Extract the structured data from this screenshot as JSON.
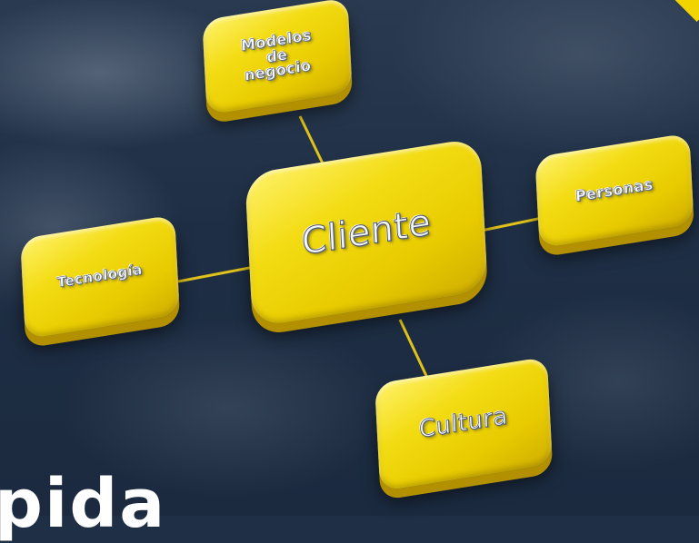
{
  "diagram": {
    "center": {
      "label": "Cliente"
    },
    "nodes": [
      {
        "id": "top",
        "label": "Modelos de negocio",
        "lines": [
          "Modelos",
          "de",
          "negocio"
        ]
      },
      {
        "id": "right",
        "label": "Personas"
      },
      {
        "id": "left",
        "label": "Tecnología"
      },
      {
        "id": "bottom",
        "label": "Cultura"
      }
    ],
    "connections": [
      {
        "from": "Cliente",
        "to": "Modelos de negocio"
      },
      {
        "from": "Cliente",
        "to": "Personas"
      },
      {
        "from": "Cliente",
        "to": "Tecnología"
      },
      {
        "from": "Cliente",
        "to": "Cultura"
      }
    ]
  },
  "colors": {
    "block": "#f2d400",
    "connector": "#e0c21a",
    "background": "#1f2f45"
  },
  "bottom_text_fragment": "pida"
}
